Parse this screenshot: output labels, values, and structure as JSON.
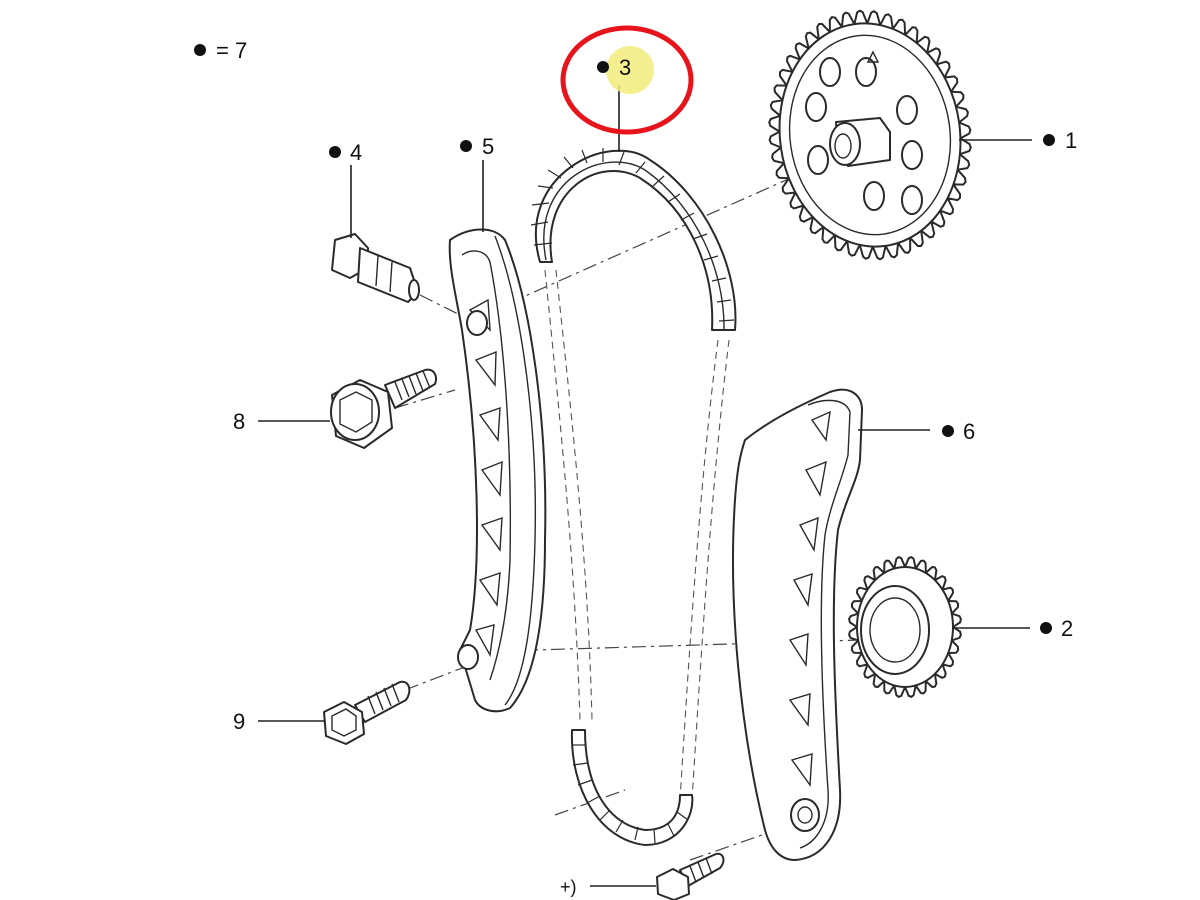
{
  "legend": {
    "bullet_equals": "= 7"
  },
  "callouts": {
    "camshaft_sprocket": "1",
    "crankshaft_sprocket": "2",
    "timing_chain": "3",
    "tensioner_bolt": "4",
    "fixed_guide": "5",
    "tensioner_guide": "6",
    "guide_bolt_upper": "8",
    "guide_bolt_lower": "9",
    "tensioner_guide_bolt": "+)"
  },
  "highlight": {
    "ring_color": "#e8141c",
    "marker_color": "#f2ec7a",
    "target_part": "3"
  }
}
